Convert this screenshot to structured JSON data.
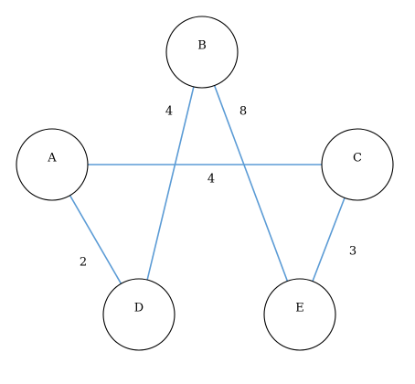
{
  "colors": {
    "edge": "#5b9bd5",
    "node_stroke": "#000000",
    "node_fill": "#ffffff"
  },
  "nodes": [
    {
      "id": "A"
    },
    {
      "id": "B"
    },
    {
      "id": "C"
    },
    {
      "id": "D"
    },
    {
      "id": "E"
    }
  ],
  "edges": [
    {
      "from": "A",
      "to": "C",
      "weight": "4"
    },
    {
      "from": "A",
      "to": "D",
      "weight": "2"
    },
    {
      "from": "B",
      "to": "D",
      "weight": "4"
    },
    {
      "from": "B",
      "to": "E",
      "weight": "8"
    },
    {
      "from": "C",
      "to": "E",
      "weight": "3"
    }
  ]
}
